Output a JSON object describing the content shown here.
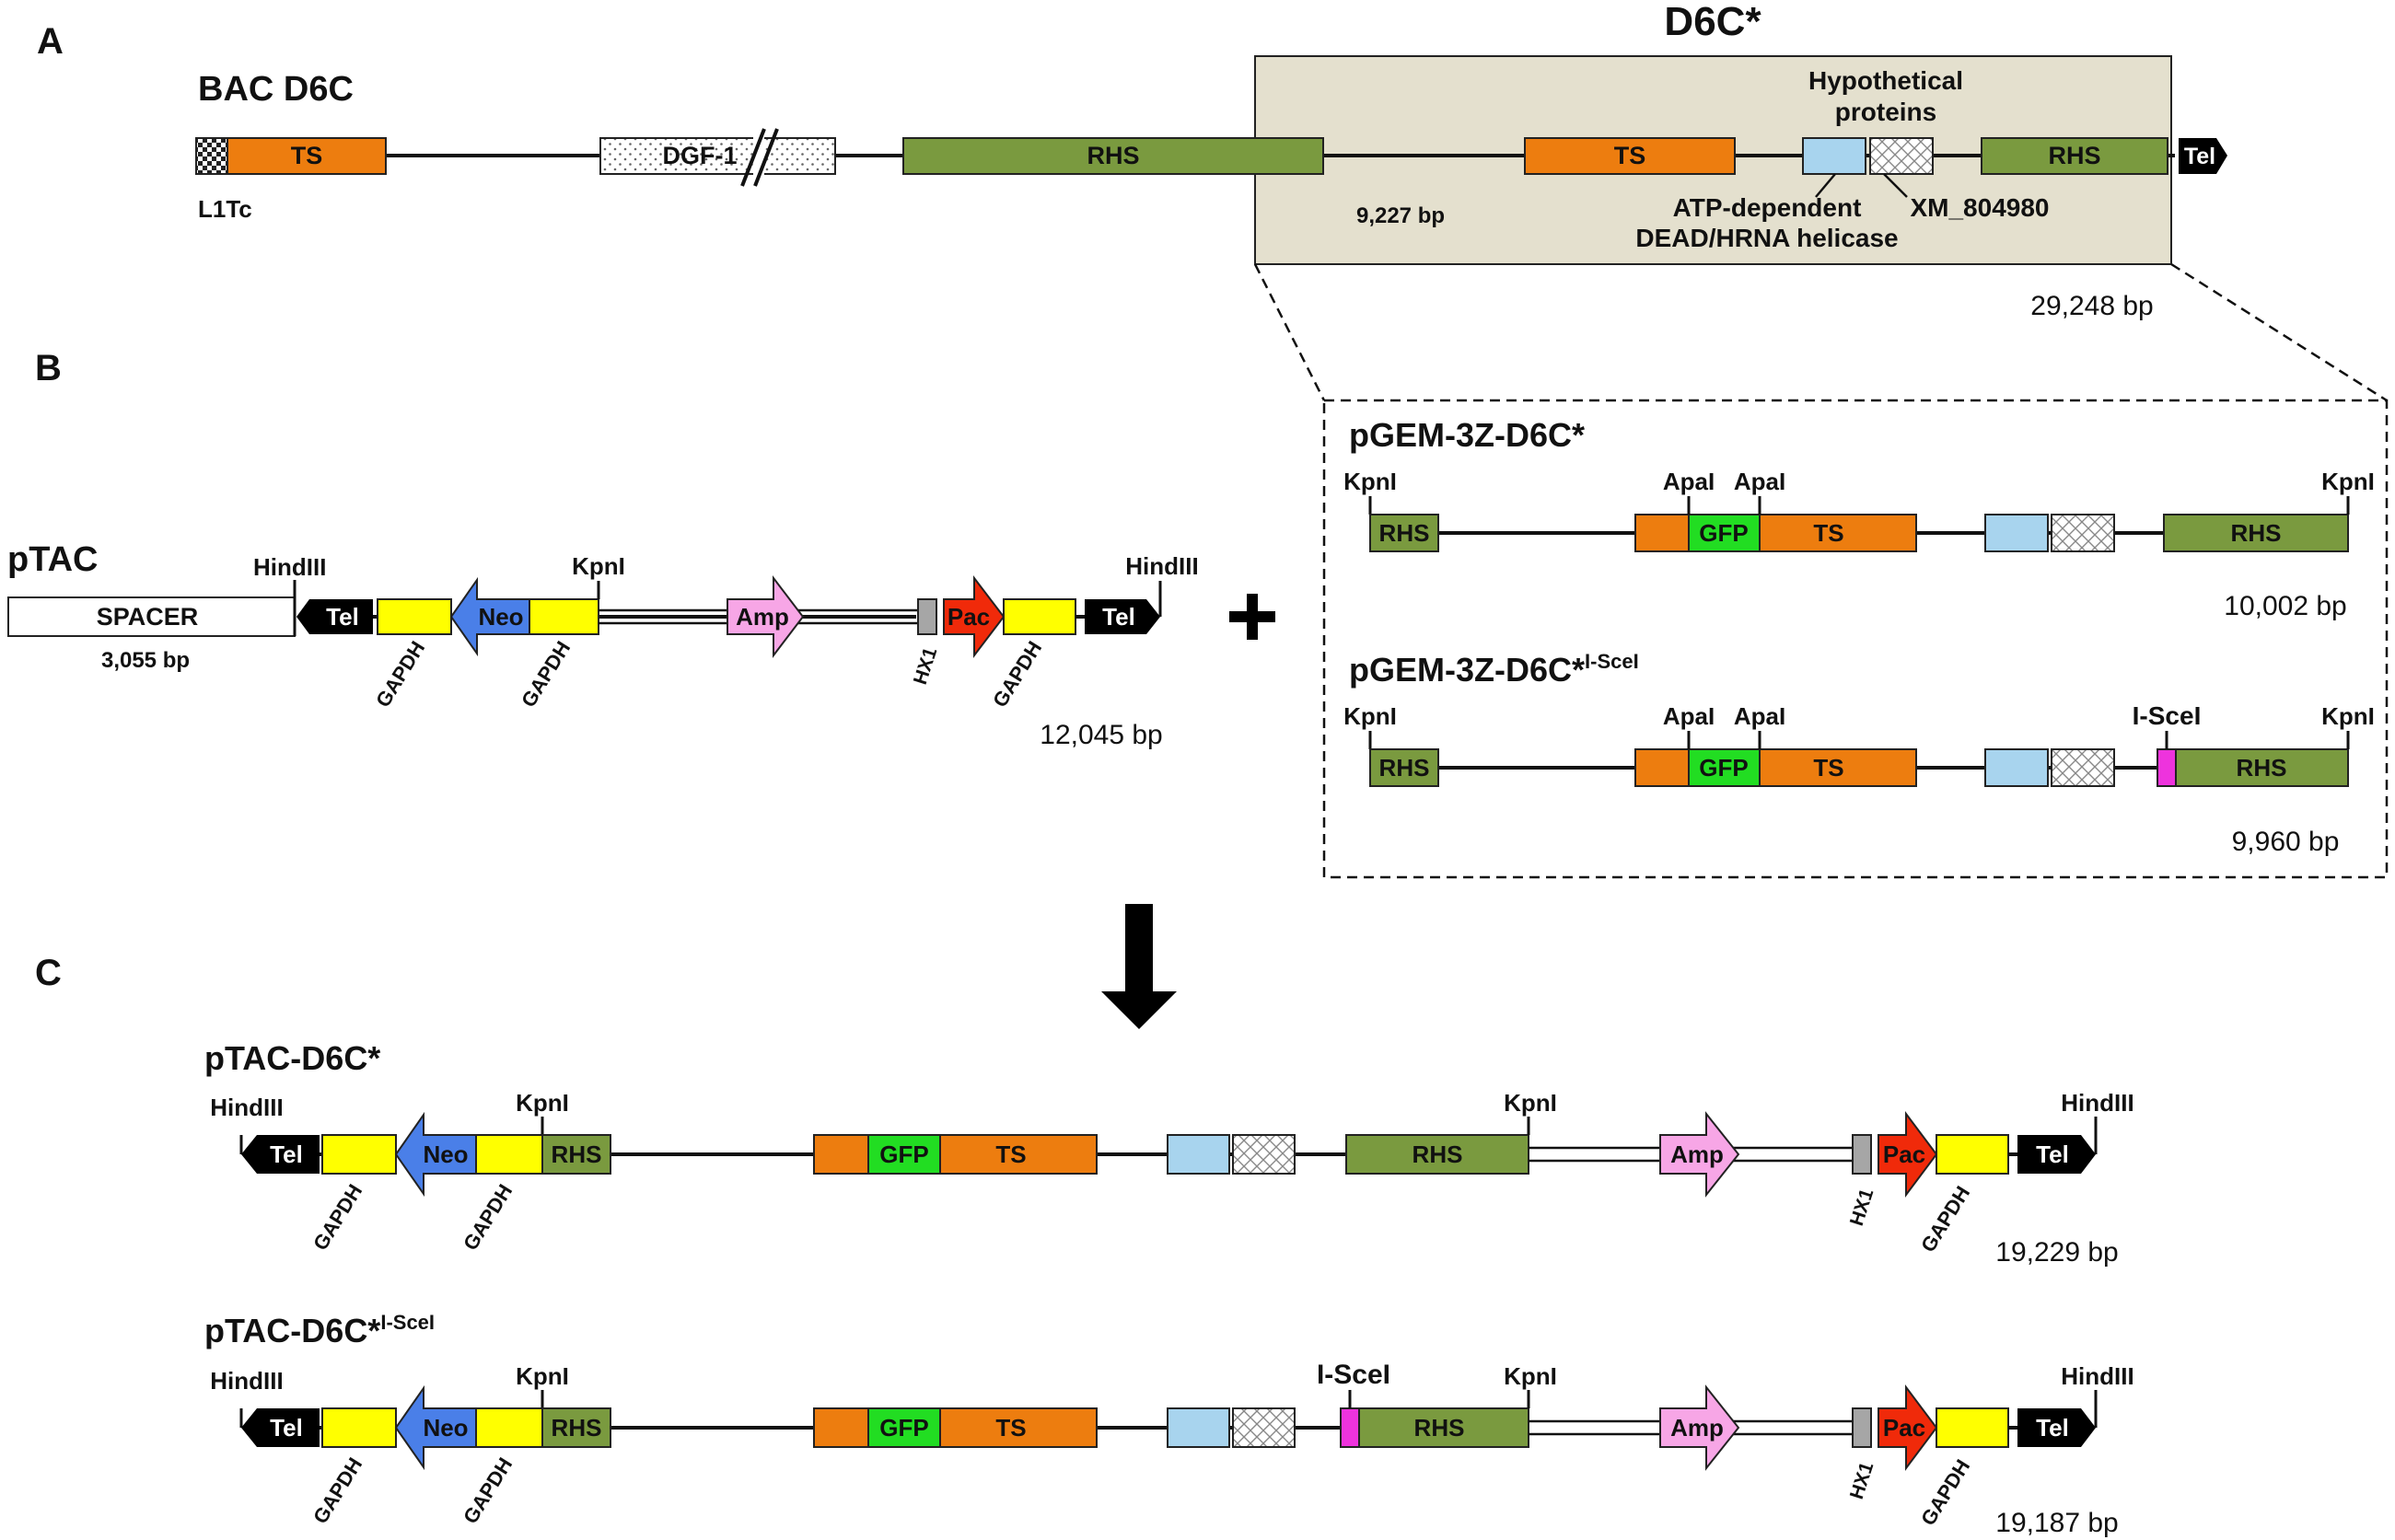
{
  "colors": {
    "ts": "#ED7D0F",
    "rhs": "#7A9A3F",
    "gfp": "#22DD22",
    "gapdh": "#FFFF00",
    "neo": "#4A7FE8",
    "amp": "#F7A6E6",
    "pac": "#F02A0A",
    "helicase": "#A8D4EE",
    "hx1": "#A6A6A6",
    "iscei": "#EE33DD",
    "tel": "#000000",
    "d6c_region": "#E4E0CE"
  },
  "icons": {
    "l1tc": "checkered-pattern",
    "dgf1": "dotted-pattern",
    "xm_804980": "crosshatch-pattern",
    "tel": "arrow-pentagon",
    "kpni_hindiii": "site-tick-mark",
    "plus": "plus-sign",
    "down_arrow": "arrow-down"
  },
  "panel_a": {
    "letter": "A",
    "region_title": "D6C*",
    "bac_title": "BAC D6C",
    "l1tc": "L1Tc",
    "ts": "TS",
    "dgf1": "DGF-1",
    "rhs": "RHS",
    "intergenic": "9,227 bp",
    "hyp_line1": "Hypothetical",
    "hyp_line2": "proteins",
    "atp_line1": "ATP-dependent",
    "atp_line2": "DEAD/HRNA helicase",
    "xm": "XM_804980",
    "tel": "Tel",
    "size": "29,248 bp"
  },
  "panel_b": {
    "letter": "B",
    "ptac": {
      "title": "pTAC",
      "spacer": "SPACER",
      "spacer_size": "3,055 bp",
      "hindiii": "HindIII",
      "kpni": "KpnI",
      "tel": "Tel",
      "neo": "Neo",
      "amp": "Amp",
      "pac": "Pac",
      "gapdh": "GAPDH",
      "hx1": "HX1",
      "size": "12,045 bp"
    },
    "pgem1": {
      "title": "pGEM-3Z-D6C*",
      "kpni": "KpnI",
      "apai": "ApaI",
      "rhs": "RHS",
      "gfp": "GFP",
      "ts": "TS",
      "size": "10,002 bp"
    },
    "pgem2": {
      "title": "pGEM-3Z-D6C*",
      "sup": "I-SceI",
      "kpni": "KpnI",
      "apai": "ApaI",
      "isce": "I-SceI",
      "rhs": "RHS",
      "gfp": "GFP",
      "ts": "TS",
      "size": "9,960 bp"
    }
  },
  "panel_c": {
    "letter": "C",
    "c1": {
      "title": "pTAC-D6C*",
      "hindiii": "HindIII",
      "kpni": "KpnI",
      "tel": "Tel",
      "neo": "Neo",
      "rhs": "RHS",
      "gfp": "GFP",
      "ts": "TS",
      "amp": "Amp",
      "pac": "Pac",
      "gapdh": "GAPDH",
      "hx1": "HX1",
      "size": "19,229 bp"
    },
    "c2": {
      "title": "pTAC-D6C*",
      "sup": "I-SceI",
      "hindiii": "HindIII",
      "kpni": "KpnI",
      "isce": "I-SceI",
      "tel": "Tel",
      "neo": "Neo",
      "rhs": "RHS",
      "gfp": "GFP",
      "ts": "TS",
      "amp": "Amp",
      "pac": "Pac",
      "gapdh": "GAPDH",
      "hx1": "HX1",
      "size": "19,187 bp"
    }
  }
}
